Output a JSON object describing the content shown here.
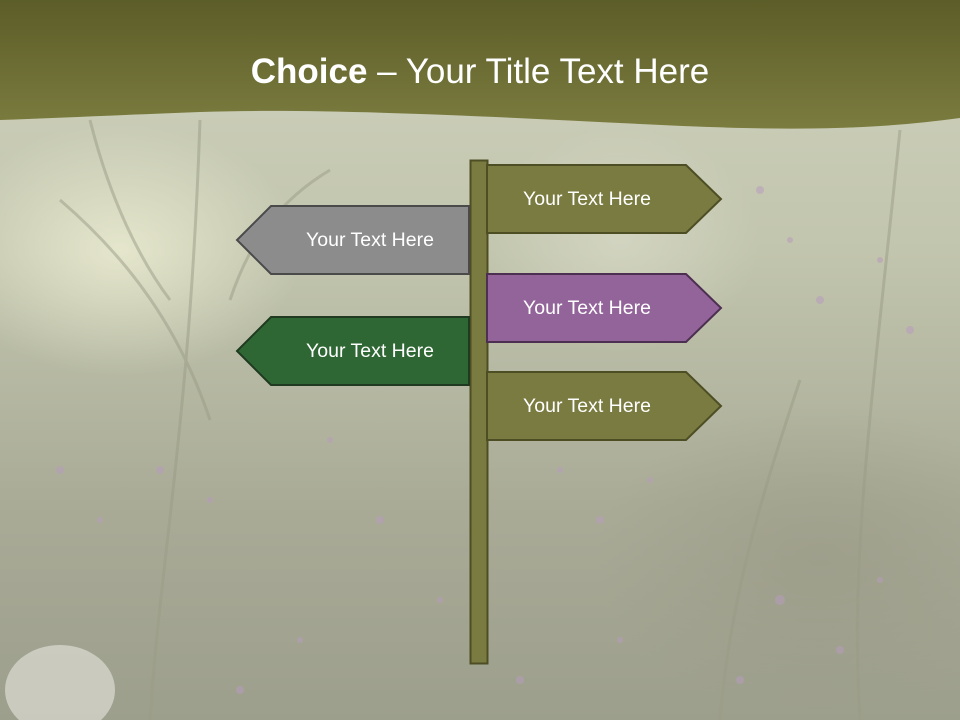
{
  "slide": {
    "title_bold": "Choice",
    "title_rest": " – Your Title Text Here"
  },
  "signs": [
    {
      "label": "Your Text Here",
      "color": "#7a7b40",
      "direction": "right"
    },
    {
      "label": "Your Text Here",
      "color": "#8c8c8c",
      "direction": "left"
    },
    {
      "label": "Your Text Here",
      "color": "#93649a",
      "direction": "right"
    },
    {
      "label": "Your Text Here",
      "color": "#2e6733",
      "direction": "left"
    },
    {
      "label": "Your Text Here",
      "color": "#7a7b40",
      "direction": "right"
    }
  ],
  "colors": {
    "header": "#6e6f33",
    "post": "#7a7b40",
    "outline": "#4d4e24"
  }
}
